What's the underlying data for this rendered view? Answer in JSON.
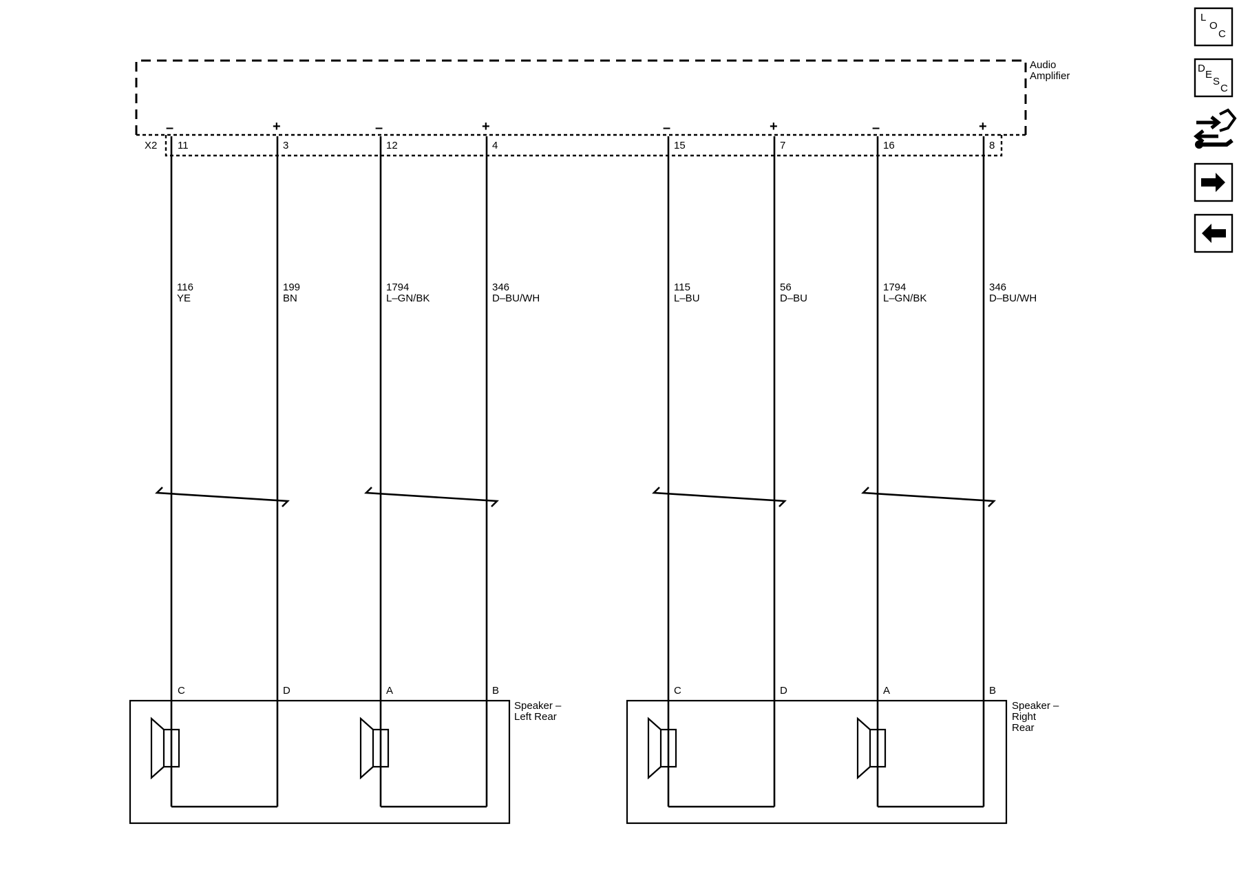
{
  "amplifier": {
    "name_line1": "Audio",
    "name_line2": "Amplifier",
    "connector": "X2"
  },
  "circuits": [
    {
      "pin": "11",
      "sign": "–",
      "circuit": "116",
      "color": "YE",
      "spk_pin": "C"
    },
    {
      "pin": "3",
      "sign": "+",
      "circuit": "199",
      "color": "BN",
      "spk_pin": "D"
    },
    {
      "pin": "12",
      "sign": "–",
      "circuit": "1794",
      "color": "L–GN/BK",
      "spk_pin": "A"
    },
    {
      "pin": "4",
      "sign": "+",
      "circuit": "346",
      "color": "D–BU/WH",
      "spk_pin": "B"
    },
    {
      "pin": "15",
      "sign": "–",
      "circuit": "115",
      "color": "L–BU",
      "spk_pin": "C"
    },
    {
      "pin": "7",
      "sign": "+",
      "circuit": "56",
      "color": "D–BU",
      "spk_pin": "D"
    },
    {
      "pin": "16",
      "sign": "–",
      "circuit": "1794",
      "color": "L–GN/BK",
      "spk_pin": "A"
    },
    {
      "pin": "8",
      "sign": "+",
      "circuit": "346",
      "color": "D–BU/WH",
      "spk_pin": "B"
    }
  ],
  "speakers": [
    {
      "line1": "Speaker –",
      "line2": "Left Rear",
      "line3": ""
    },
    {
      "line1": "Speaker –",
      "line2": "Right",
      "line3": "Rear"
    }
  ],
  "nav": {
    "loc": {
      "l": "L",
      "o": "O",
      "c": "C"
    },
    "desc": {
      "d": "D",
      "e": "E",
      "s": "S",
      "c": "C"
    }
  }
}
